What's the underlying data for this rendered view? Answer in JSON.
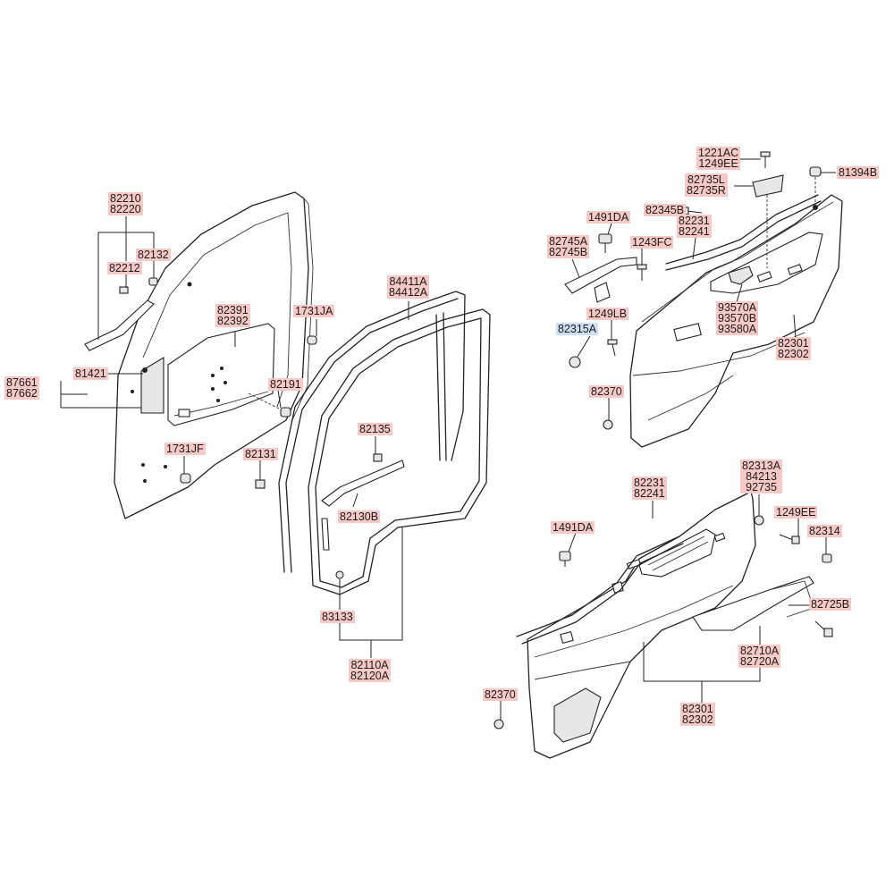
{
  "labels": [
    {
      "id": "l82210",
      "lines": [
        "82210",
        "82220"
      ]
    },
    {
      "id": "l82132",
      "lines": [
        "82132"
      ]
    },
    {
      "id": "l82212",
      "lines": [
        "82212"
      ]
    },
    {
      "id": "l82391",
      "lines": [
        "82391",
        "82392"
      ]
    },
    {
      "id": "l1731JA",
      "lines": [
        "1731JA"
      ]
    },
    {
      "id": "l87661",
      "lines": [
        "87661",
        "87662"
      ]
    },
    {
      "id": "l81421",
      "lines": [
        "81421"
      ]
    },
    {
      "id": "l82191",
      "lines": [
        "82191"
      ]
    },
    {
      "id": "l1731JF",
      "lines": [
        "1731JF"
      ]
    },
    {
      "id": "l82131",
      "lines": [
        "82131"
      ]
    },
    {
      "id": "l84411A",
      "lines": [
        "84411A",
        "84412A"
      ]
    },
    {
      "id": "l82135",
      "lines": [
        "82135"
      ]
    },
    {
      "id": "l82130B",
      "lines": [
        "82130B"
      ]
    },
    {
      "id": "l83133",
      "lines": [
        "83133"
      ]
    },
    {
      "id": "l82110A",
      "lines": [
        "82110A",
        "82120A"
      ]
    },
    {
      "id": "l1221AC",
      "lines": [
        "1221AC",
        "1249EE"
      ]
    },
    {
      "id": "l81394B",
      "lines": [
        "81394B"
      ]
    },
    {
      "id": "l82735L",
      "lines": [
        "82735L",
        "82735R"
      ]
    },
    {
      "id": "l82345B",
      "lines": [
        "82345B"
      ]
    },
    {
      "id": "l1491DA_a",
      "lines": [
        "1491DA"
      ]
    },
    {
      "id": "l82231_a",
      "lines": [
        "82231",
        "82241"
      ]
    },
    {
      "id": "l82745A",
      "lines": [
        "82745A",
        "82745B"
      ]
    },
    {
      "id": "l1243FC",
      "lines": [
        "1243FC"
      ]
    },
    {
      "id": "l1249LB",
      "lines": [
        "1249LB"
      ]
    },
    {
      "id": "l82315A",
      "lines": [
        "82315A"
      ],
      "selected": true
    },
    {
      "id": "l93570A",
      "lines": [
        "93570A",
        "93570B",
        "93580A"
      ]
    },
    {
      "id": "l82301_a",
      "lines": [
        "82301",
        "82302"
      ]
    },
    {
      "id": "l82370_a",
      "lines": [
        "82370"
      ]
    },
    {
      "id": "l82231_b",
      "lines": [
        "82231",
        "82241"
      ]
    },
    {
      "id": "l82313A",
      "lines": [
        "82313A",
        "84213",
        "92735"
      ]
    },
    {
      "id": "l1491DA_b",
      "lines": [
        "1491DA"
      ]
    },
    {
      "id": "l1249EE",
      "lines": [
        "1249EE"
      ]
    },
    {
      "id": "l82314",
      "lines": [
        "82314"
      ]
    },
    {
      "id": "l82725B",
      "lines": [
        "82725B"
      ]
    },
    {
      "id": "l82710A",
      "lines": [
        "82710A",
        "82720A"
      ]
    },
    {
      "id": "l82370_b",
      "lines": [
        "82370"
      ]
    },
    {
      "id": "l82301_b",
      "lines": [
        "82301",
        "82302"
      ]
    }
  ],
  "colors": {
    "label_bg": "#f6c9c6",
    "label_selected_bg": "#cfe0f4",
    "line": "#222222"
  }
}
